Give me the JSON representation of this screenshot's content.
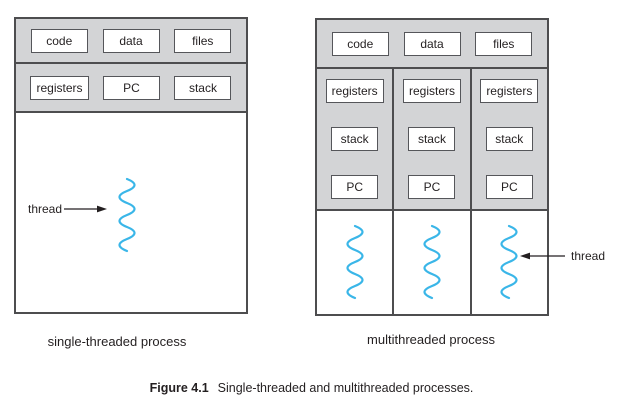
{
  "figure": {
    "label": "Figure 4.1",
    "caption": "Single-threaded and multithreaded processes."
  },
  "single_threaded": {
    "caption": "single-threaded process",
    "thread_label": "thread",
    "row1": [
      "code",
      "data",
      "files"
    ],
    "row2": [
      "registers",
      "PC",
      "stack"
    ]
  },
  "multi_threaded": {
    "caption": "multithreaded process",
    "thread_label": "thread",
    "row1": [
      "code",
      "data",
      "files"
    ],
    "columns": [
      [
        "registers",
        "stack",
        "PC"
      ],
      [
        "registers",
        "stack",
        "PC"
      ],
      [
        "registers",
        "stack",
        "PC"
      ]
    ]
  },
  "colors": {
    "band_gray": "#d3d4d6",
    "border_dark": "#4d4d4f",
    "cell_border": "#55565a",
    "thread_wave": "#3ab6e8",
    "text": "#231f20"
  }
}
